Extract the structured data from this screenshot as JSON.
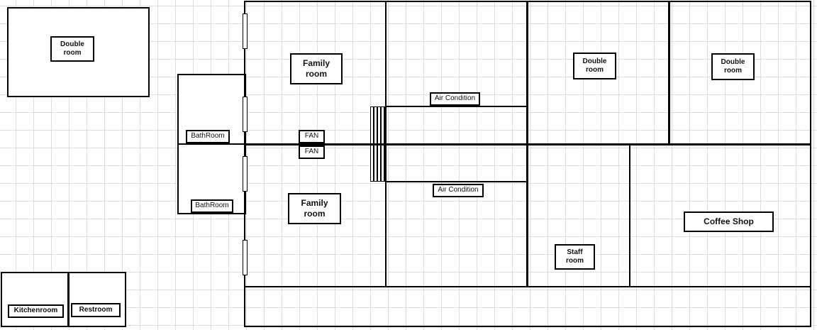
{
  "rooms": {
    "double_room_left": "Double room",
    "family_room_top": "Family room",
    "family_room_bottom": "Family room",
    "bathroom_top": "BathRoom",
    "bathroom_bottom": "BathRoom",
    "fan_top": "FAN",
    "fan_bottom": "FAN",
    "air_condition_top": "Air Condition",
    "air_condition_bottom": "Air Condition",
    "double_room_mid": "Double room",
    "double_room_right": "Double room",
    "staff_room": "Staff room",
    "coffee_shop": "Coffee Shop",
    "kitchenroom": "Kitchenroom",
    "restroom": "Restroom"
  }
}
